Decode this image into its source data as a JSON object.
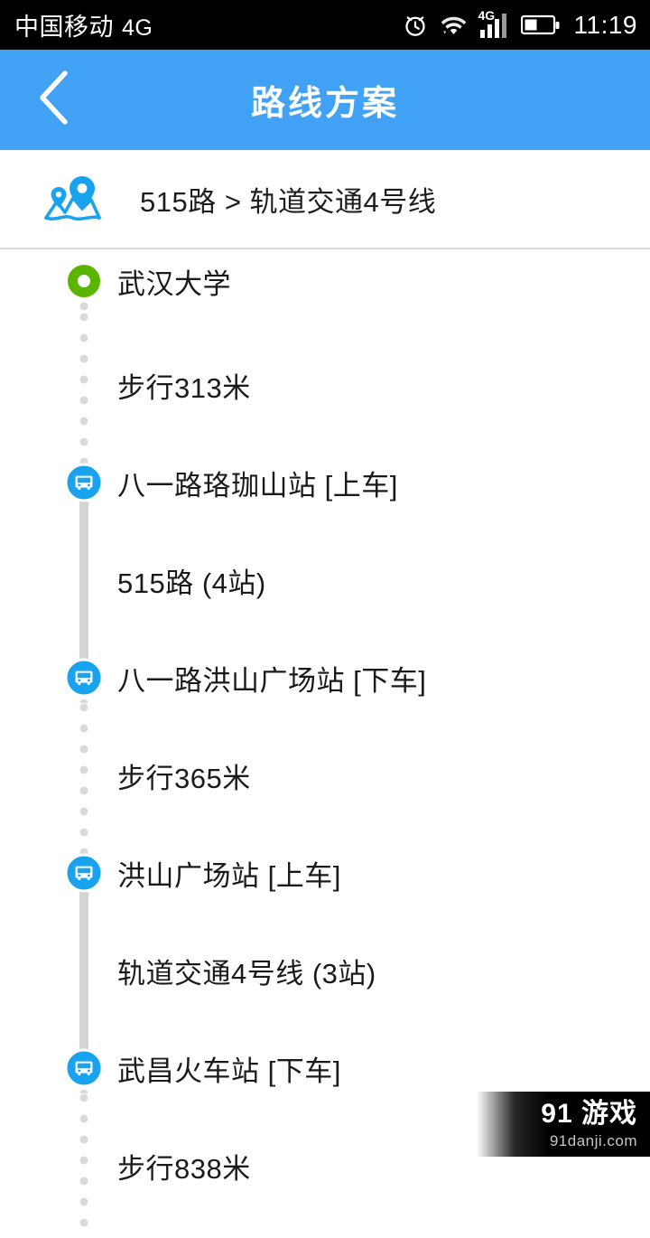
{
  "statusbar": {
    "carrier": "中国移动",
    "network": "4G",
    "signal_label": "4G",
    "time": "11:19",
    "icons": [
      "alarm-clock-icon",
      "wifi-icon",
      "signal-bars-icon",
      "battery-icon"
    ]
  },
  "header": {
    "title": "路线方案",
    "back_icon": "chevron-left-icon",
    "background_color": "#41a2f5"
  },
  "summary": {
    "icon": "map-pins-icon",
    "text": "515路  > 轨道交通4号线"
  },
  "timeline": {
    "items": [
      {
        "kind": "stop",
        "marker": "origin-dot",
        "label": "武汉大学"
      },
      {
        "kind": "segment",
        "mode": "walk",
        "label": "步行313米"
      },
      {
        "kind": "stop",
        "marker": "bus-icon",
        "label": "八一路珞珈山站 [上车]"
      },
      {
        "kind": "segment",
        "mode": "bus",
        "label": "515路 (4站)"
      },
      {
        "kind": "stop",
        "marker": "bus-icon",
        "label": "八一路洪山广场站 [下车]"
      },
      {
        "kind": "segment",
        "mode": "walk",
        "label": "步行365米"
      },
      {
        "kind": "stop",
        "marker": "bus-icon",
        "label": "洪山广场站 [上车]"
      },
      {
        "kind": "segment",
        "mode": "bus",
        "label": "轨道交通4号线 (3站)"
      },
      {
        "kind": "stop",
        "marker": "bus-icon",
        "label": "武昌火车站 [下车]"
      },
      {
        "kind": "segment",
        "mode": "walk",
        "label": "步行838米"
      }
    ]
  },
  "watermark": {
    "main": "91 游戏",
    "sub": "91danji.com"
  },
  "colors": {
    "accent_blue": "#41a2f5",
    "node_blue": "#19a3ef",
    "origin_green": "#5ab500",
    "line_grey": "#d2d4d6",
    "text_dark": "#1a1a1a"
  }
}
